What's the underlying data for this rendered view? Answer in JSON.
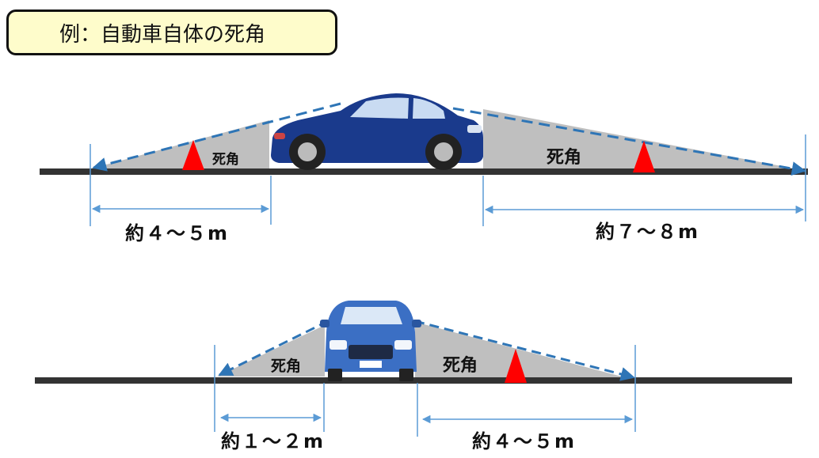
{
  "title": "例：自動車自体の死角",
  "colors": {
    "title_bg": "#fefccb",
    "blind_zone": "#bfbfbf",
    "sight_line": "#2e75b6",
    "measure_line": "#5b9bd5",
    "cone": "#ff0000",
    "car_side": "#1a3a8c",
    "car_front": "#3b6fc4",
    "road": "#333333"
  },
  "side_view": {
    "front_blind_label": "死角",
    "rear_blind_label": "死角",
    "front_distance": "約４～５m",
    "rear_distance": "約７～８m"
  },
  "front_view": {
    "left_blind_label": "死角",
    "right_blind_label": "死角",
    "left_distance": "約１～２m",
    "right_distance": "約４～５m"
  },
  "icons": [
    "car-side-icon",
    "car-front-icon",
    "traffic-cone-icon"
  ]
}
